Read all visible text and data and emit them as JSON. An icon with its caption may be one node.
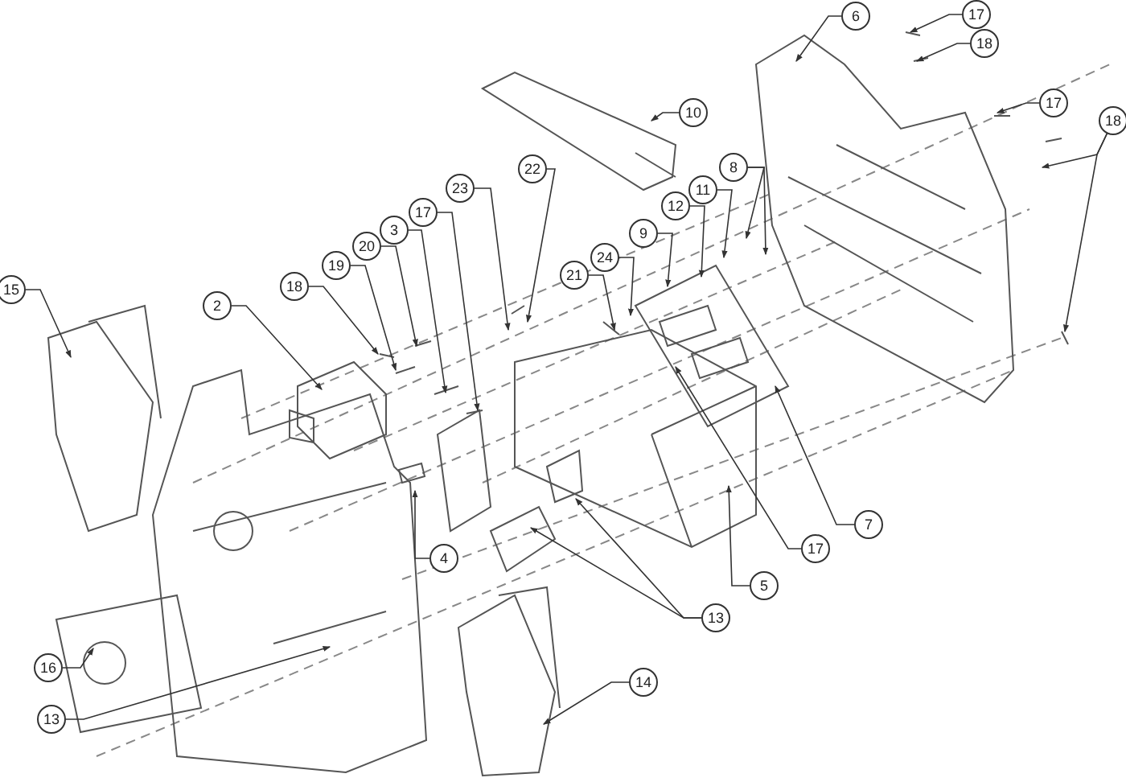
{
  "diagram": {
    "nodes": [
      {
        "text": [
          "6"
        ]
      },
      {
        "text": [
          "17"
        ]
      },
      {
        "text": [
          "18"
        ]
      },
      {
        "text": [
          "10"
        ]
      },
      {
        "text": [
          "17"
        ]
      },
      {
        "text": [
          "18"
        ]
      },
      {
        "text": [
          "8"
        ]
      },
      {
        "text": [
          "22"
        ]
      },
      {
        "text": [
          "11"
        ]
      },
      {
        "text": [
          "23"
        ]
      },
      {
        "text": [
          "12"
        ]
      },
      {
        "text": [
          "17"
        ]
      },
      {
        "text": [
          "3"
        ]
      },
      {
        "text": [
          "9"
        ]
      },
      {
        "text": [
          "20"
        ]
      },
      {
        "text": [
          "19"
        ]
      },
      {
        "text": [
          "24"
        ]
      },
      {
        "text": [
          "21"
        ]
      },
      {
        "text": [
          "18"
        ]
      },
      {
        "text": [
          "15"
        ]
      },
      {
        "text": [
          "2"
        ]
      },
      {
        "text": [
          "7"
        ]
      },
      {
        "text": [
          "17"
        ]
      },
      {
        "text": [
          "4"
        ]
      },
      {
        "text": [
          "5"
        ]
      },
      {
        "text": [
          "13"
        ]
      },
      {
        "text": [
          "16"
        ]
      },
      {
        "text": [
          "14"
        ]
      },
      {
        "text": [
          "13"
        ]
      }
    ],
    "edges": [
      {
        "from": 0,
        "to": null,
        "arrow": "to"
      },
      {
        "from": 1,
        "to": null,
        "arrow": "to"
      },
      {
        "from": 2,
        "to": null,
        "arrow": "to"
      },
      {
        "from": 3,
        "to": null,
        "arrow": "to"
      },
      {
        "from": 4,
        "to": null,
        "arrow": "to"
      },
      {
        "from": 5,
        "to": null,
        "arrow": "to"
      },
      {
        "from": 5,
        "to": null,
        "arrow": "to"
      },
      {
        "from": 6,
        "to": null,
        "arrow": "to"
      },
      {
        "from": 6,
        "to": null,
        "arrow": "to"
      },
      {
        "from": 7,
        "to": null,
        "arrow": "to"
      },
      {
        "from": 8,
        "to": null,
        "arrow": "to"
      },
      {
        "from": 9,
        "to": null,
        "arrow": "to"
      },
      {
        "from": 10,
        "to": null,
        "arrow": "to"
      },
      {
        "from": 11,
        "to": null,
        "arrow": "to"
      },
      {
        "from": 12,
        "to": null,
        "arrow": "to"
      },
      {
        "from": 13,
        "to": null,
        "arrow": "to"
      },
      {
        "from": 14,
        "to": null,
        "arrow": "to"
      },
      {
        "from": 15,
        "to": null,
        "arrow": "to"
      },
      {
        "from": 16,
        "to": null,
        "arrow": "to"
      },
      {
        "from": 17,
        "to": null,
        "arrow": "to"
      },
      {
        "from": 18,
        "to": null,
        "arrow": "to"
      },
      {
        "from": 19,
        "to": null,
        "arrow": "to"
      },
      {
        "from": 20,
        "to": null,
        "arrow": "to"
      },
      {
        "from": 21,
        "to": null,
        "arrow": "to"
      },
      {
        "from": 22,
        "to": null,
        "arrow": "to"
      },
      {
        "from": 23,
        "to": null,
        "arrow": "to"
      },
      {
        "from": 24,
        "to": null,
        "arrow": "to"
      },
      {
        "from": 25,
        "to": null,
        "arrow": "to"
      },
      {
        "from": 25,
        "to": null,
        "arrow": "to"
      },
      {
        "from": 26,
        "to": null,
        "arrow": "to"
      },
      {
        "from": 27,
        "to": null,
        "arrow": "to"
      },
      {
        "from": 28,
        "to": null,
        "arrow": "to"
      }
    ]
  }
}
